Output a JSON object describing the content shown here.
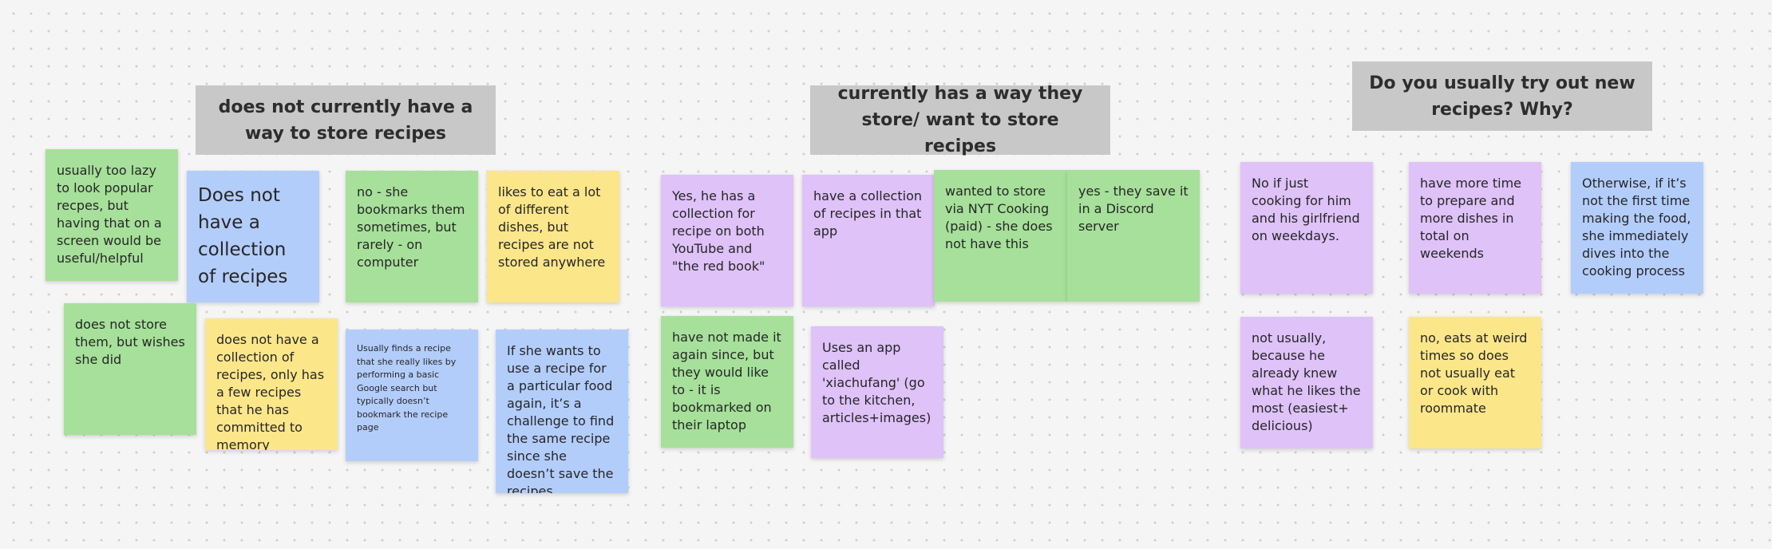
{
  "headers": {
    "no_way": "does not currently have a way to store recipes",
    "has_way": "currently has a way they store/ want to store recipes",
    "try_new": "Do you usually try out new recipes? Why?"
  },
  "notes": {
    "n1": "usually too lazy to look popular recpes, but having that on a screen would be useful/helpful",
    "n2": "Does not have a collection of recipes",
    "n3": "no - she bookmarks them sometimes, but rarely - on computer",
    "n4": "likes to eat a lot of different dishes, but recipes are not stored anywhere",
    "n5": "does not store them, but wishes she did",
    "n6": "does not have a collection of recipes, only has a few recipes that he has committed to memory",
    "n7": "Usually finds a recipe that she really likes by performing a basic Google search but typically doesn’t bookmark the recipe page",
    "n8": "If she wants to use a recipe for a particular food again, it’s a challenge to find the same recipe since she doesn’t save the recipes",
    "n9": "Yes, he has a collection for recipe on both YouTube and \"the red book\"",
    "n10": "have a collection of recipes in that app",
    "n11": "wanted to store via NYT Cooking (paid)  - she does not have this",
    "n12": "yes - they save it in a Discord server",
    "n13": "have not made it again since, but they would like to - it is bookmarked on their laptop",
    "n14": "Uses an app called 'xiachufang' (go to the kitchen, articles+images)",
    "n15": "No if just cooking for him and his girlfriend on weekdays.",
    "n16": "have more time to prepare and more dishes in total on weekends",
    "n17": "Otherwise, if it’s not the first time making the food, she immediately dives into the cooking process",
    "n18": "not usually, because he already knew what he likes the most (easiest+ delicious)",
    "n19": "no, eats at weird times so does not usually eat or cook with roommate"
  }
}
